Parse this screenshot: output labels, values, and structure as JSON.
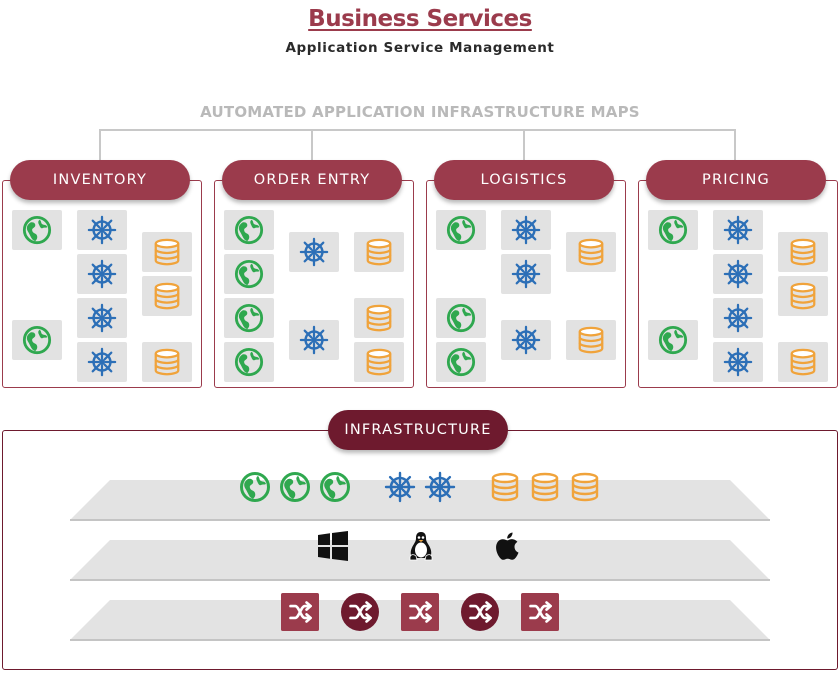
{
  "header": {
    "title": "Business Services",
    "subtitle": "Application Service Management"
  },
  "maps_label": "AUTOMATED APPLICATION INFRASTRUCTURE MAPS",
  "services": [
    {
      "label": "INVENTORY"
    },
    {
      "label": "ORDER ENTRY"
    },
    {
      "label": "LOGISTICS"
    },
    {
      "label": "PRICING"
    }
  ],
  "infrastructure": {
    "label": "INFRASTRUCTURE",
    "layers": [
      {
        "name": "services-layer",
        "icons": [
          "globe-icon",
          "globe-icon",
          "globe-icon",
          "helm-icon",
          "helm-icon",
          "database-icon",
          "database-icon",
          "database-icon"
        ]
      },
      {
        "name": "os-layer",
        "icons": [
          "windows-icon",
          "linux-icon",
          "apple-icon"
        ]
      },
      {
        "name": "network-layer",
        "icons": [
          "shuffle-square-icon",
          "shuffle-circle-icon",
          "shuffle-square-icon",
          "shuffle-circle-icon",
          "shuffle-square-icon"
        ]
      }
    ]
  },
  "colors": {
    "accent": "#9b3b4c",
    "accent_dark": "#6e1a2e",
    "globe": "#2fa84f",
    "helm": "#2c6fb7",
    "database": "#f0a33b",
    "tile": "#e2e2e2",
    "layer": "#e3e3e3",
    "connector": "#c8c8c8"
  }
}
